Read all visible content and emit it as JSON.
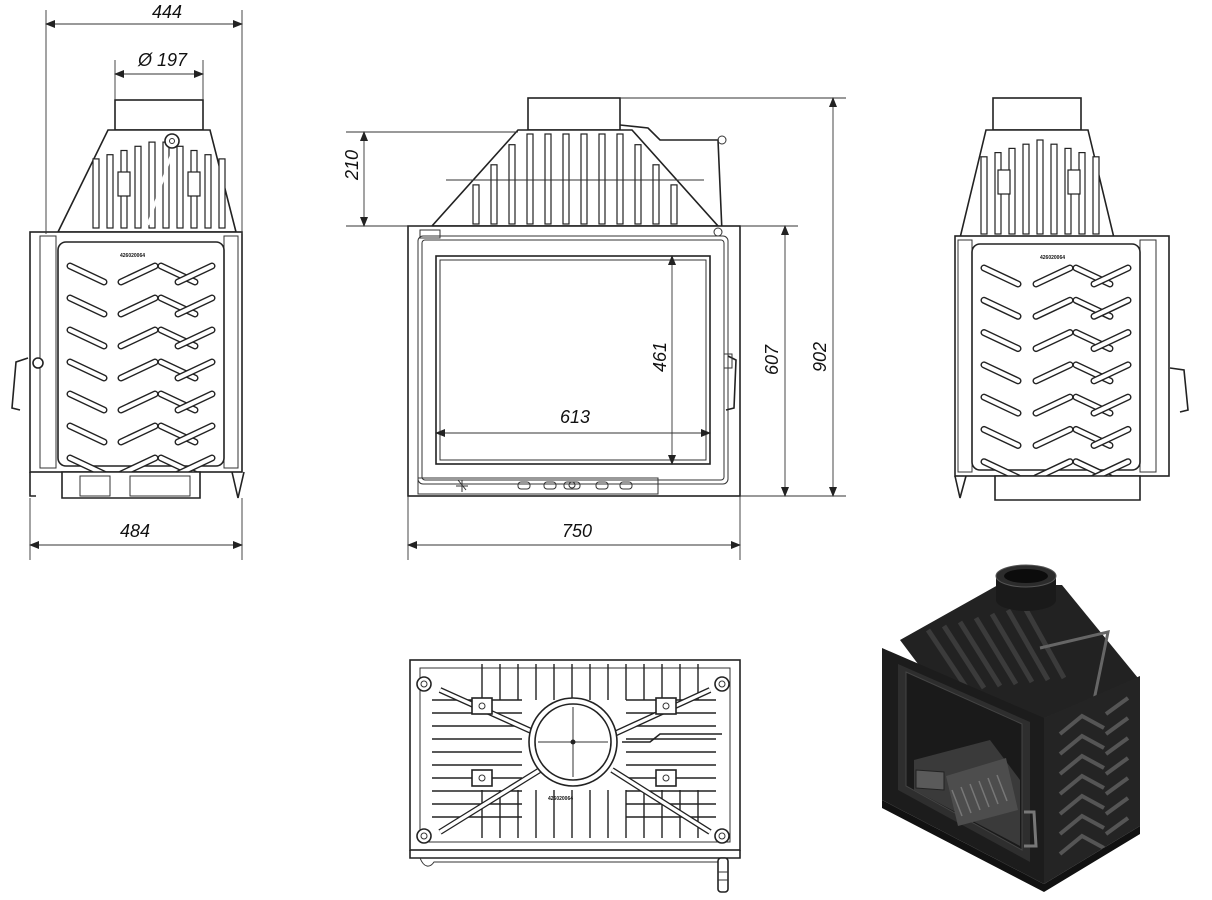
{
  "dimensions": {
    "side_depth": "444",
    "flue_diameter": "Ø 197",
    "side_width": "484",
    "top_height": "210",
    "front_width": "750",
    "glass_width": "613",
    "glass_height": "461",
    "body_height": "607",
    "total_height": "902"
  },
  "plate_code": "426020064",
  "colors": {
    "line": "#222222",
    "background": "#ffffff",
    "render_body": "#1c1c1c"
  }
}
